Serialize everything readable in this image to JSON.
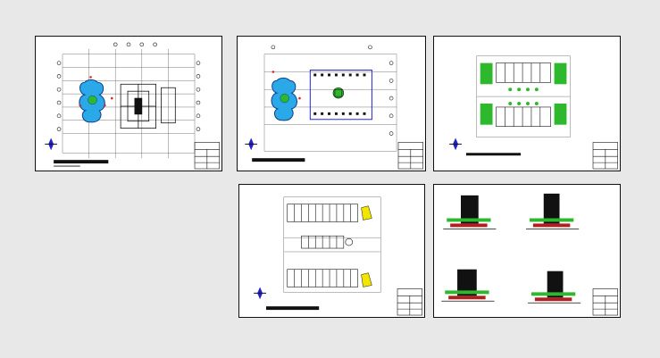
{
  "layout_sheet": {
    "background": "#e8e8e8"
  },
  "sheets": [
    {
      "id": "sheet-1",
      "content": "site-plan-with-pool"
    },
    {
      "id": "sheet-2",
      "content": "site-plan-with-building-grid"
    },
    {
      "id": "sheet-3",
      "content": "landscape-plan"
    },
    {
      "id": "sheet-4",
      "content": "floor-plan"
    },
    {
      "id": "sheet-5",
      "content": "elevations"
    }
  ],
  "colors": {
    "pool_fill": "#2aa8e8",
    "pool_outline": "#0a3f8a",
    "landscape_green": "#2db82d",
    "highlight_yellow": "#f2e600",
    "red_marks": "#e02020",
    "blue_frame": "#2222cc",
    "building_black": "#111111",
    "elevation_base": "#b02020"
  }
}
